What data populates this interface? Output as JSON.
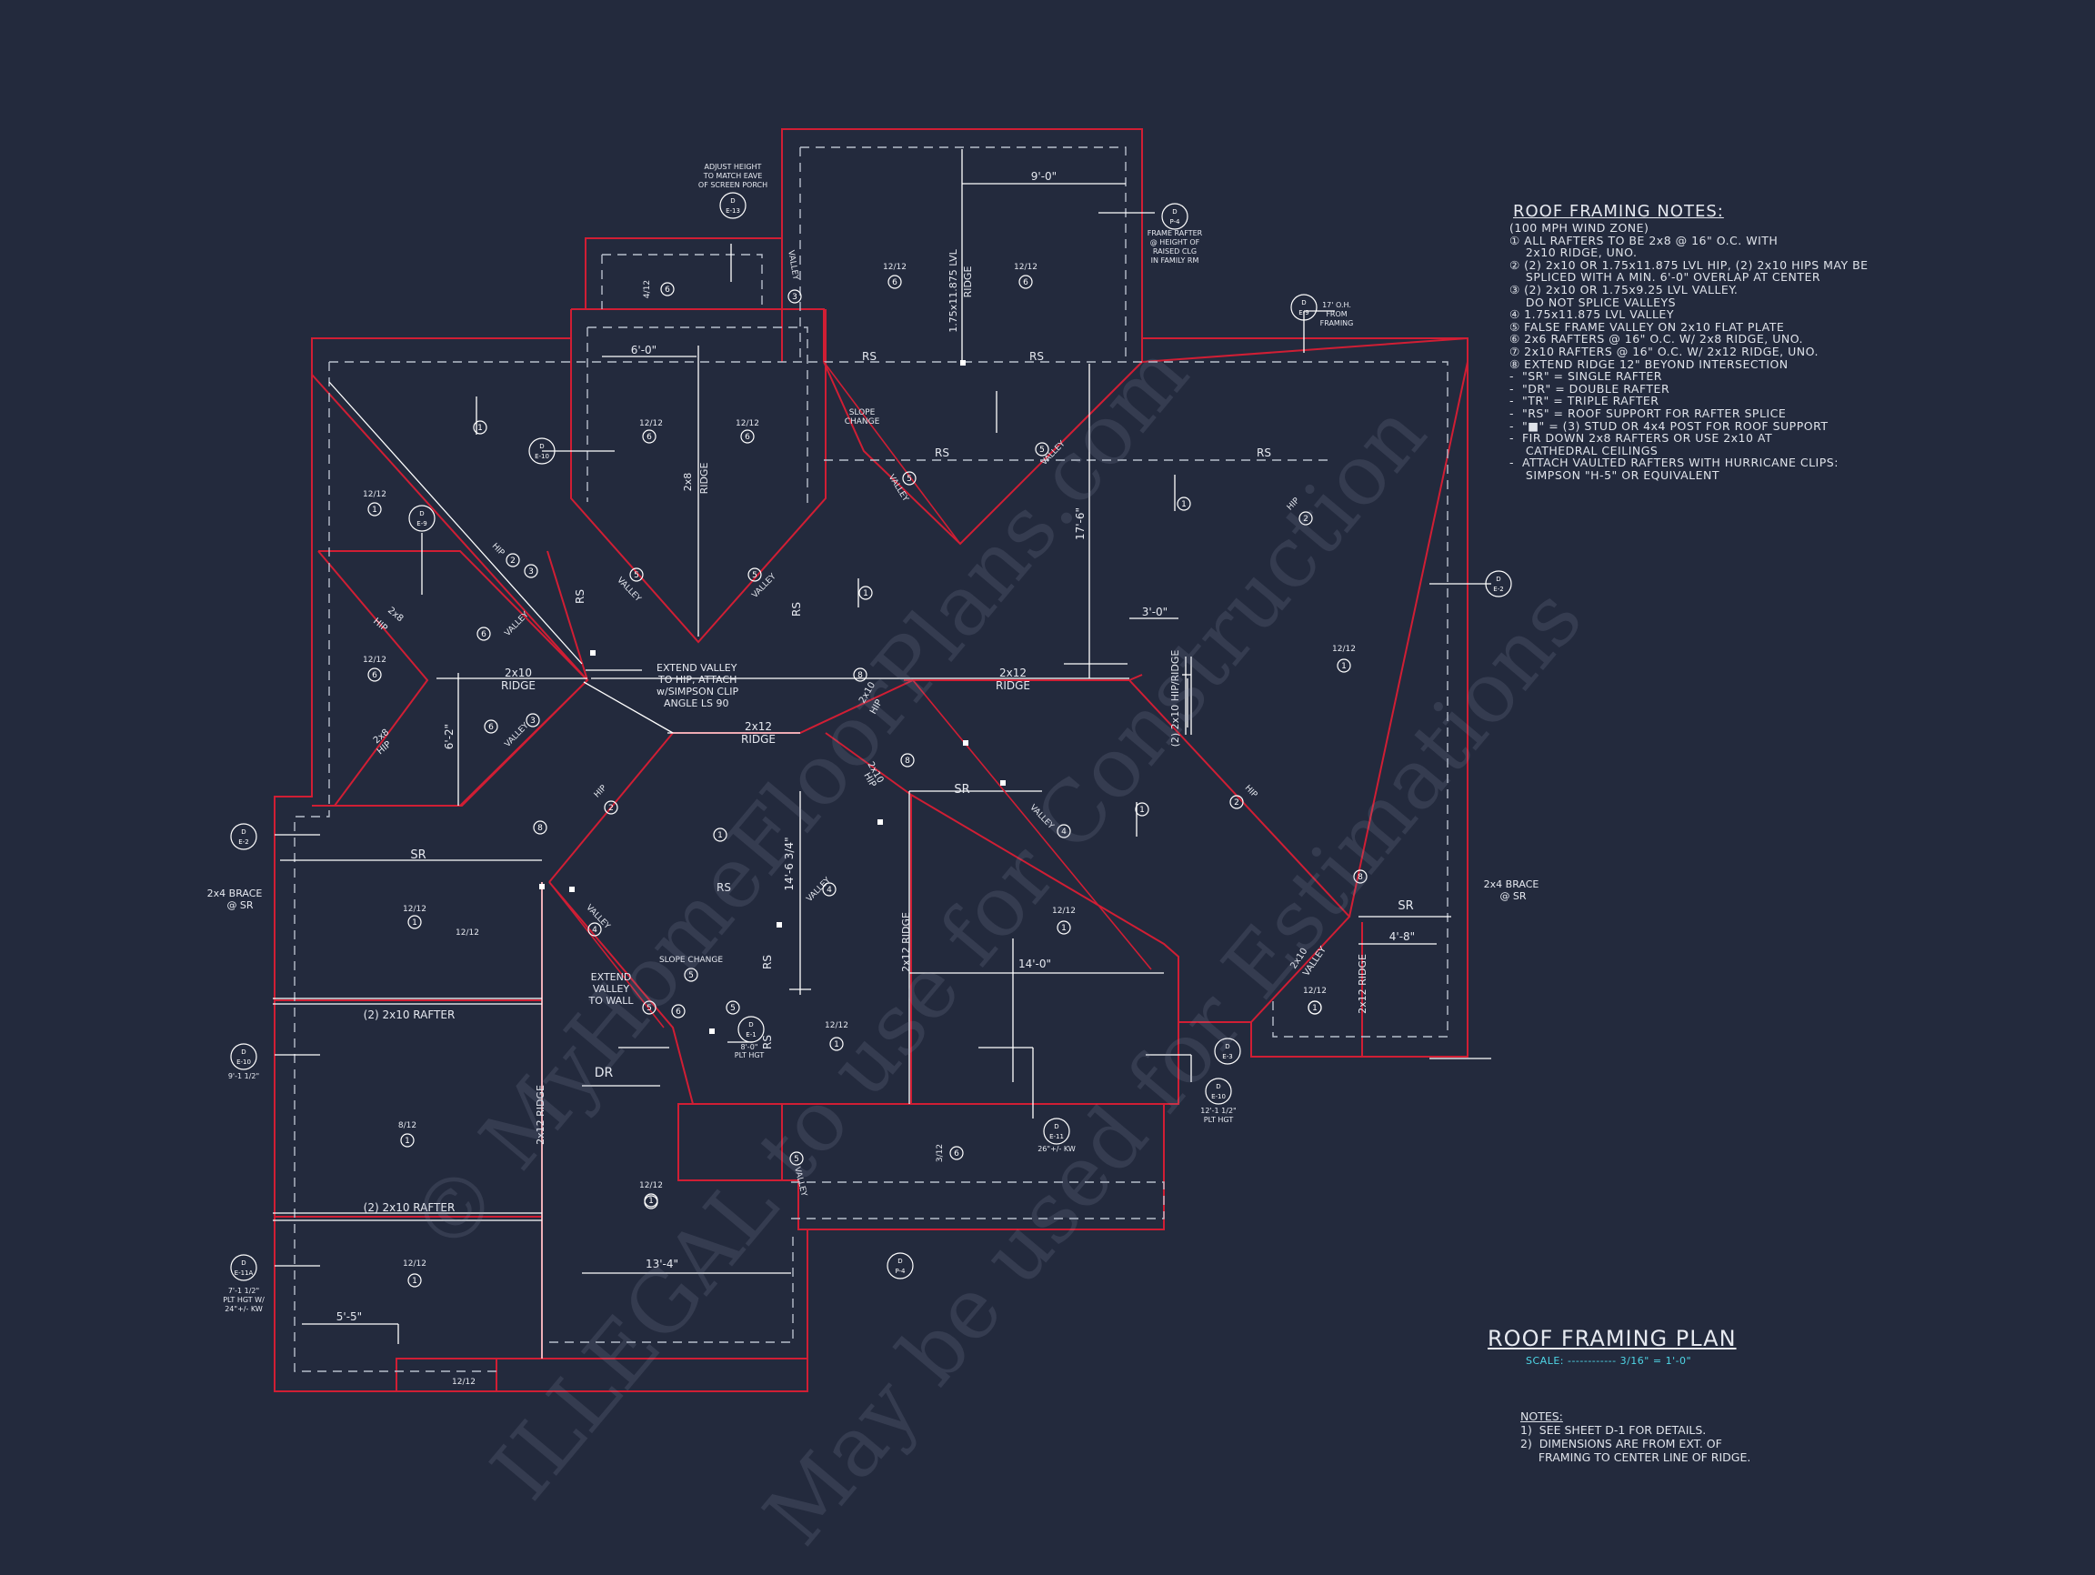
{
  "colors": {
    "background": "#232a3d",
    "wall": "#d01e34",
    "framing": "#ffffff",
    "dashed": "#b8bfcc",
    "accent": "#4fd6e6"
  },
  "roof_framing_notes": {
    "title": "ROOF FRAMING NOTES:",
    "items": [
      "(100 MPH WIND ZONE)",
      "① ALL RAFTERS TO BE 2x8 @ 16\" O.C. WITH",
      "    2x10 RIDGE, UNO.",
      "② (2) 2x10 OR 1.75x11.875 LVL HIP, (2) 2x10 HIPS MAY BE",
      "    SPLICED WITH A MIN. 6'-0\" OVERLAP AT CENTER",
      "③ (2) 2x10 OR 1.75x9.25 LVL VALLEY.",
      "    DO NOT SPLICE VALLEYS",
      "④ 1.75x11.875 LVL VALLEY",
      "⑤ FALSE FRAME VALLEY ON 2x10 FLAT PLATE",
      "⑥ 2x6 RAFTERS @ 16\" O.C. W/ 2x8 RIDGE, UNO.",
      "⑦ 2x10 RAFTERS @ 16\" O.C. W/ 2x12 RIDGE, UNO.",
      "⑧ EXTEND RIDGE 12\" BEYOND INTERSECTION",
      "-  \"SR\" = SINGLE RAFTER",
      "-  \"DR\" = DOUBLE RAFTER",
      "-  \"TR\" = TRIPLE RAFTER",
      "-  \"RS\" = ROOF SUPPORT FOR RAFTER SPLICE",
      "-  \"■\" = (3) STUD OR 4x4 POST FOR ROOF SUPPORT",
      "-  FIR DOWN 2x8 RAFTERS OR USE 2x10 AT",
      "    CATHEDRAL CEILINGS",
      "-  ATTACH VAULTED RAFTERS WITH HURRICANE CLIPS:",
      "    SIMPSON \"H-5\" OR EQUIVALENT"
    ]
  },
  "plan_title": "ROOF FRAMING PLAN",
  "scale": "SCALE: ------------ 3/16\" = 1'-0\"",
  "general_notes": {
    "heading": "NOTES:",
    "items": [
      "1)  SEE SHEET D-1 FOR DETAILS.",
      "2)  DIMENSIONS ARE FROM EXT. OF",
      "     FRAMING TO CENTER LINE OF RIDGE."
    ]
  },
  "watermark": {
    "line1": "© MyHomeFloorPlans.com",
    "line2": "ILLEGAL to use for Construction",
    "line3": "May be used for Estimations"
  },
  "labels": {
    "adjust_note": [
      "ADJUST HEIGHT",
      "TO MATCH EAVE",
      "OF SCREEN PORCH"
    ],
    "frame_rafter_note": [
      "FRAME RAFTER",
      "@ HEIGHT OF",
      "RAISED CLG",
      "IN FAMILY RM"
    ],
    "ox_note": [
      "17' O.H.",
      "FROM",
      "FRAMING"
    ],
    "extend_valley_hip": [
      "EXTEND VALLEY",
      "TO HIP, ATTACH",
      "w/SIMPSON CLIP",
      "ANGLE LS 90"
    ],
    "extend_valley_wall": [
      "EXTEND",
      "VALLEY",
      "TO WALL"
    ],
    "brace_left": [
      "2x4 BRACE",
      "@ SR"
    ],
    "brace_right": [
      "2x4 BRACE",
      "@ SR"
    ],
    "slope_change_1": [
      "SLOPE",
      "CHANGE"
    ],
    "slope_change_2": "SLOPE CHANGE",
    "dim_9_0": "9'-0\"",
    "dim_6_0": "6'-0\"",
    "dim_3_0": "3'-0\"",
    "dim_17_6": "17'-6\"",
    "dim_6_2": "6'-2\"",
    "dim_14_6": "14'-6 3/4\"",
    "dim_14_0": "14'-0\"",
    "dim_4_8": "4'-8\"",
    "dim_13_4": "13'-4\"",
    "dim_5_5": "5'-5\"",
    "lvl_ridge": [
      "1.75x11.875 LVL",
      "RIDGE"
    ],
    "ridge_2x8": [
      "2x8",
      "RIDGE"
    ],
    "ridge_2x10": [
      "2x10",
      "RIDGE"
    ],
    "ridge_2x12_a": [
      "2x12",
      "RIDGE"
    ],
    "ridge_2x12_b": [
      "2x12",
      "RIDGE"
    ],
    "ridge_2x12_v1": "2x12 RIDGE",
    "ridge_2x12_v2": "2x12 RIDGE",
    "ridge_2x12_v3": "2x12 RIDGE",
    "hip_ridge": "(2) 2x10 HIP/RIDGE",
    "rafter_2x10_top": "(2) 2x10 RAFTER",
    "rafter_2x10_bot": "(2) 2x10 RAFTER",
    "rs": "RS",
    "sr": "SR",
    "dr": "DR",
    "hip": "HIP",
    "valley": "VALLEY",
    "hip_2x8": [
      "2x8",
      "HIP"
    ],
    "hip_2x10": [
      "2x10",
      "HIP"
    ],
    "valley_2x10": [
      "2x10",
      "VALLEY"
    ],
    "pitch_12_12": "12/12",
    "pitch_4_12": "4/12",
    "pitch_3_12": "3/12",
    "pitch_8_12": "8/12",
    "plt_hgt_1": [
      "8'-0\"",
      "PLT HGT"
    ],
    "plt_hgt_2": [
      "12'-1 1/2\"",
      "PLT HGT"
    ],
    "plt_hgt_3": [
      "7'-1 1/2\"",
      "PLT HGT W/",
      "24\"+/- KW"
    ],
    "hgt_9_1": "9'-1 1/2\"",
    "kw_26": "26\"+/- KW",
    "det_d": "D",
    "det_e2": "E-2",
    "det_e10": "E-10",
    "det_e11": "E-11",
    "det_e13": "E-13",
    "det_e11a": "E-11A",
    "det_e3": "E-3",
    "det_e9": "E-9",
    "det_p4": "P-4",
    "det_e1": "E-1"
  },
  "note_numbers": {
    "n1": "1",
    "n2": "2",
    "n3": "3",
    "n4": "4",
    "n5": "5",
    "n6": "6",
    "n7": "7",
    "n8": "8"
  }
}
